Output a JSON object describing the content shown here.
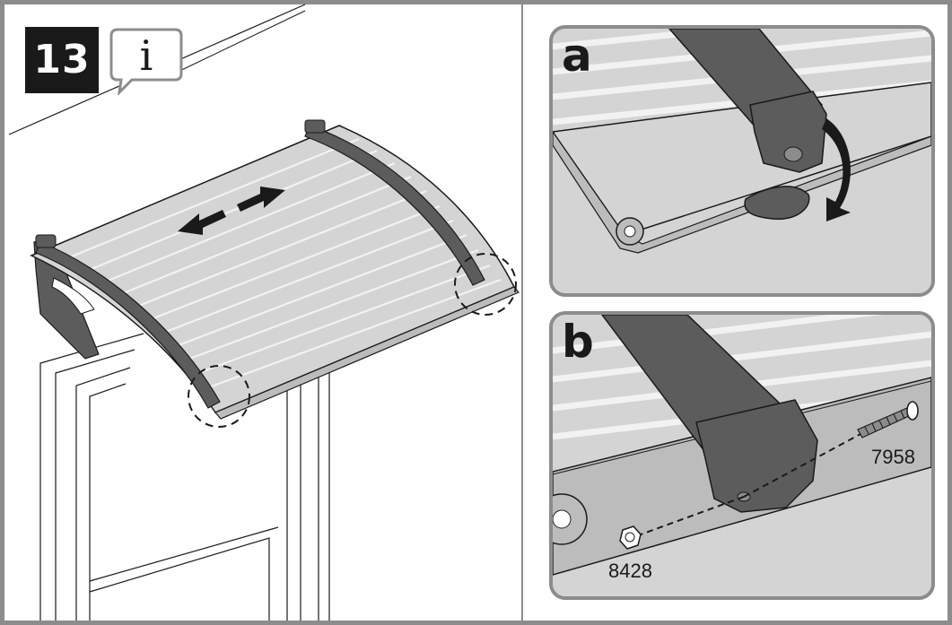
{
  "step": {
    "number": "13"
  },
  "info_icon": {
    "glyph": "i",
    "icon": "info-speech-bubble-icon"
  },
  "panels": [
    {
      "letter": "a",
      "arrow_icon": "rotate-down-arrow-icon"
    },
    {
      "letter": "b",
      "parts": [
        {
          "code": "7958",
          "icon": "bolt-icon"
        },
        {
          "code": "8428",
          "icon": "hex-nut-icon"
        }
      ]
    }
  ],
  "overview": {
    "arrow_icon": "slide-left-right-arrows-icon",
    "highlight_icon": "dashed-circle-icon"
  },
  "colors": {
    "frame": "#8c8c8c",
    "badge": "#1a1a1a",
    "bracket": "#5c5c5c",
    "roof": "#d4d4d4",
    "background": "#ffffff"
  }
}
